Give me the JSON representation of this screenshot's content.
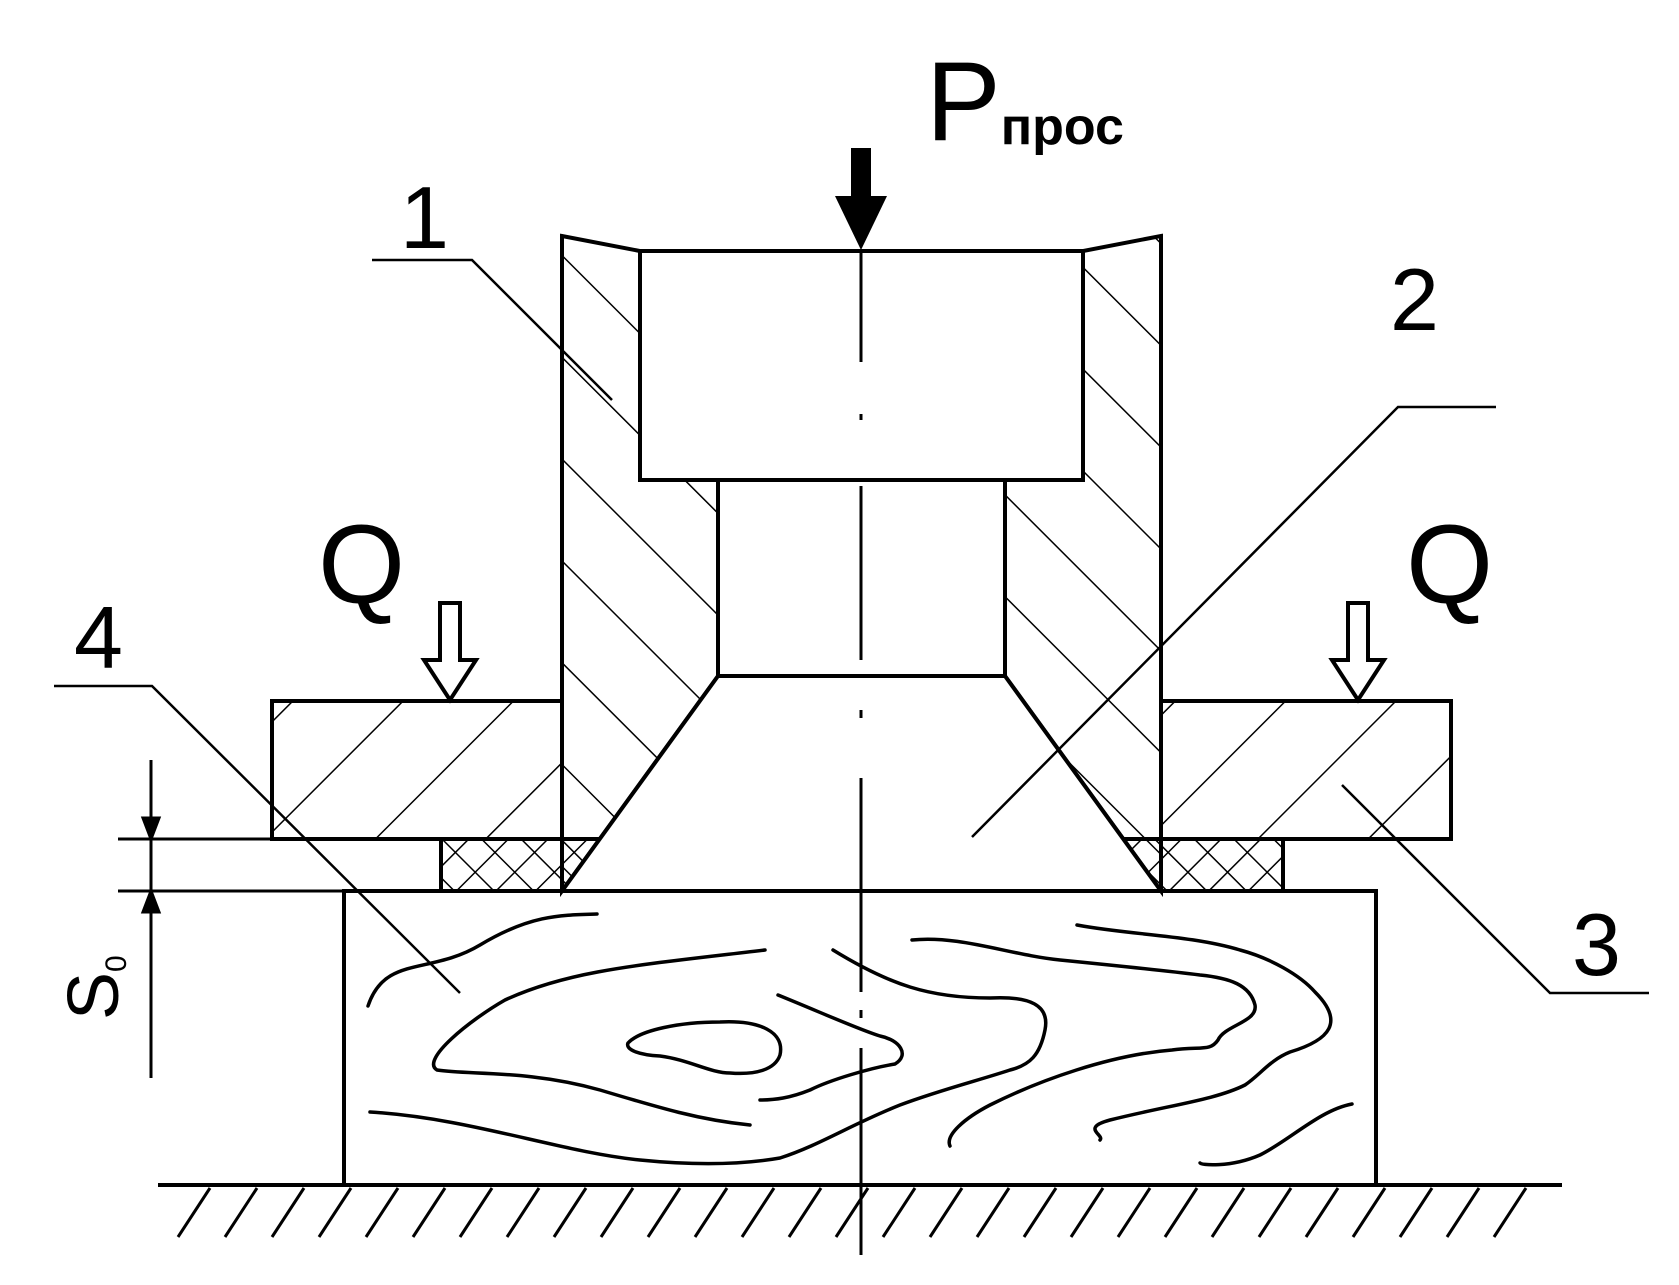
{
  "labels": {
    "part_1": "1",
    "part_2": "2",
    "part_3": "3",
    "part_4": "4",
    "force_main": "P",
    "force_main_sub": "прос",
    "force_left": "Q",
    "force_right": "Q",
    "thickness": "S",
    "thickness_sub": "0"
  }
}
